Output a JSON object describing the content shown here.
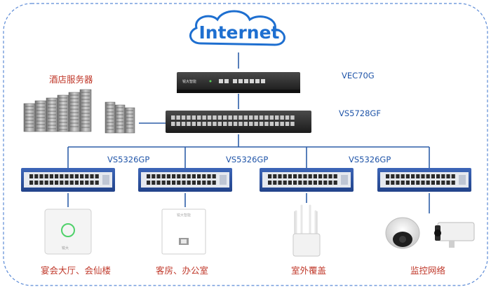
{
  "cloud": {
    "label": "Internet"
  },
  "devices": {
    "gateway": {
      "label": "VEC70G",
      "brand": "锐大智能"
    },
    "core_switch": {
      "label": "VS5728GF"
    },
    "access_switches": [
      {
        "label": "VS5326GP"
      },
      {
        "label": "VS5326GP"
      },
      {
        "label": "VS5326GP"
      },
      {
        "label": ""
      }
    ],
    "server": {
      "label": "酒店服务器"
    }
  },
  "endpoints": [
    {
      "label": "宴会大厅、会仙楼",
      "icon": "ceiling-ap-icon",
      "brand": "锐大"
    },
    {
      "label": "客房、办公室",
      "icon": "panel-ap-icon",
      "brand": "锐大智能"
    },
    {
      "label": "室外覆盖",
      "icon": "outdoor-ap-icon"
    },
    {
      "label": "监控网络",
      "icon": "camera-icon"
    }
  ],
  "colors": {
    "frame": "#5b8ad6",
    "label_blue": "#1f54a8",
    "label_red": "#c0392b",
    "switch_blue": "#2b4f9e",
    "line_blue": "#2e5fa8"
  }
}
